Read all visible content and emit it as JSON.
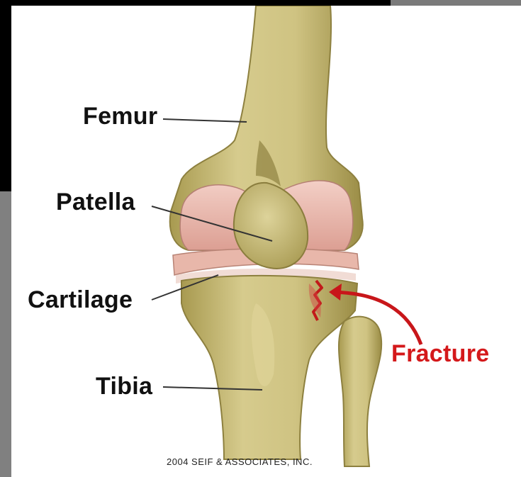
{
  "labels": {
    "femur": "Femur",
    "patella": "Patella",
    "cartilage": "Cartilage",
    "tibia": "Tibia",
    "fracture": "Fracture"
  },
  "copyright": "2004 SEIF & ASSOCIATES, INC.",
  "colors": {
    "bone": "#c9bd7e",
    "bone_shadow": "#9c8e48",
    "cartilage": "#e9b9ad",
    "fracture": "#d4191b"
  }
}
